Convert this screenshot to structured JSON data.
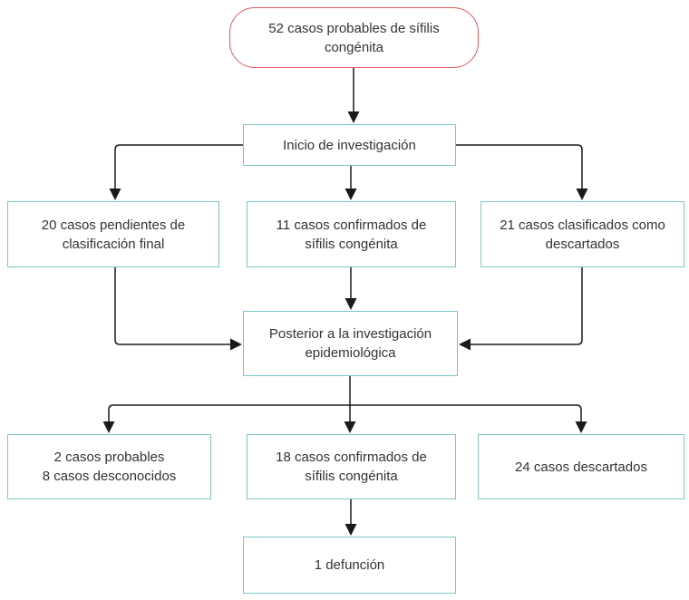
{
  "diagram": {
    "type": "flowchart",
    "topic": "Clasificación de casos de sífilis congénita",
    "colors": {
      "start_node_border": "#e15b5e",
      "process_node_border": "#7cc6c8",
      "connector": "#1a1a1a",
      "text": "#333333",
      "background": "#ffffff"
    },
    "nodes": {
      "start": {
        "lines": [
          "52 casos probables de sífilis",
          "congénita"
        ]
      },
      "inicio": {
        "lines": [
          "Inicio de investigación"
        ]
      },
      "pendientes": {
        "lines": [
          "20 casos pendientes de",
          "clasificación final"
        ]
      },
      "confirmados_11": {
        "lines": [
          "11 casos confirmados de",
          "sífilis congénita"
        ]
      },
      "clasificados_descartados": {
        "lines": [
          "21 casos clasificados como",
          "descartados"
        ]
      },
      "posterior": {
        "lines": [
          "Posterior a la investigación",
          "epidemiológica"
        ]
      },
      "probables_desconocidos": {
        "lines": [
          "2 casos probables",
          "8 casos desconocidos"
        ]
      },
      "confirmados_18": {
        "lines": [
          "18 casos confirmados de",
          "sífilis congénita"
        ]
      },
      "descartados_24": {
        "lines": [
          "24 casos descartados"
        ]
      },
      "defuncion": {
        "lines": [
          "1 defunción"
        ]
      }
    },
    "edges": [
      {
        "from": "start",
        "to": "inicio"
      },
      {
        "from": "inicio",
        "to": "pendientes"
      },
      {
        "from": "inicio",
        "to": "confirmados_11"
      },
      {
        "from": "inicio",
        "to": "clasificados_descartados"
      },
      {
        "from": "pendientes",
        "to": "posterior"
      },
      {
        "from": "confirmados_11",
        "to": "posterior"
      },
      {
        "from": "clasificados_descartados",
        "to": "posterior"
      },
      {
        "from": "posterior",
        "to": "probables_desconocidos"
      },
      {
        "from": "posterior",
        "to": "confirmados_18"
      },
      {
        "from": "posterior",
        "to": "descartados_24"
      },
      {
        "from": "confirmados_18",
        "to": "defuncion"
      }
    ]
  }
}
